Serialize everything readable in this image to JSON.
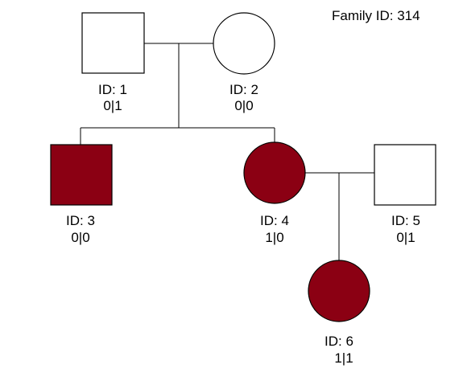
{
  "family_id_text": "Family ID: 314",
  "colors": {
    "affected": "#8b0013",
    "unaffected": "#ffffff",
    "outline": "#000000"
  },
  "members": [
    {
      "key": "m1",
      "sex": "male",
      "affected": false,
      "id_label": "ID: 1",
      "genotype": "0|1"
    },
    {
      "key": "m2",
      "sex": "female",
      "affected": false,
      "id_label": "ID: 2",
      "genotype": "0|0"
    },
    {
      "key": "m3",
      "sex": "male",
      "affected": true,
      "id_label": "ID: 3",
      "genotype": "0|0"
    },
    {
      "key": "m4",
      "sex": "female",
      "affected": true,
      "id_label": "ID: 4",
      "genotype": "1|0"
    },
    {
      "key": "m5",
      "sex": "male",
      "affected": false,
      "id_label": "ID: 5",
      "genotype": "0|1"
    },
    {
      "key": "m6",
      "sex": "female",
      "affected": true,
      "id_label": "ID: 6",
      "genotype": "1|1"
    }
  ]
}
